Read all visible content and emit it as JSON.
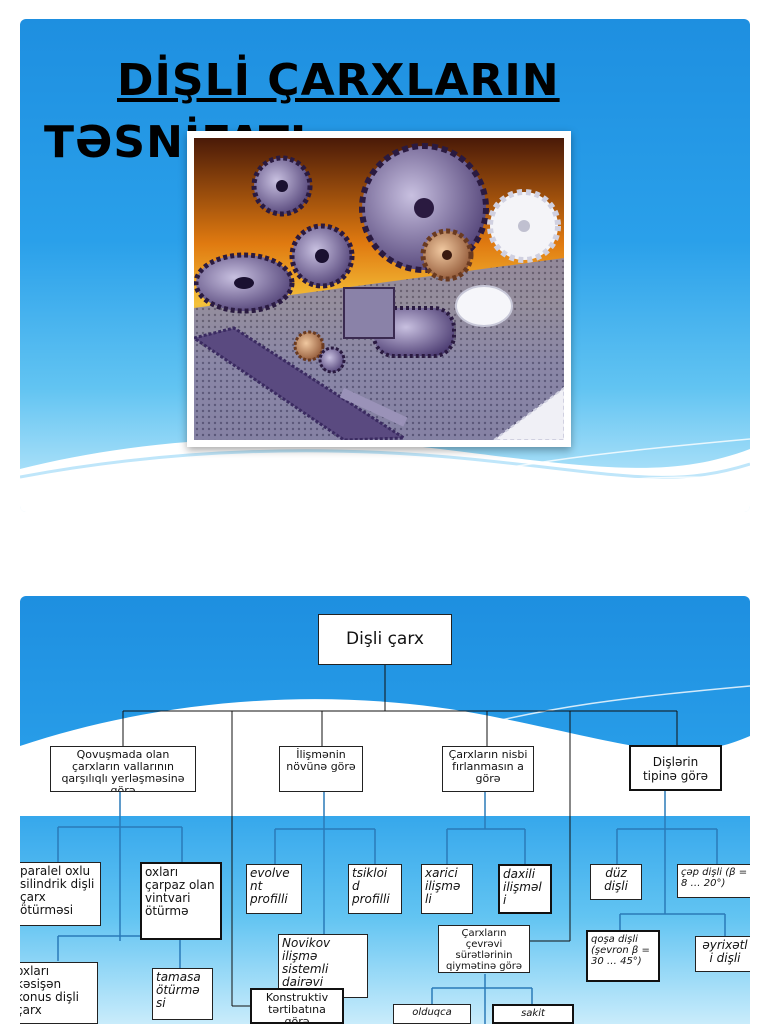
{
  "slide1": {
    "title_line1": "DİŞLİ ÇARXLARIN",
    "title_line2": "TƏSNİFATI"
  },
  "slide2": {
    "root": "Dişli çarx",
    "categories": [
      "Qovuşmada olan çarxların vallarının qarşılıqlı yerləşməsinə görə",
      "İlişmənin növünə görə",
      "Çarxların nisbi fırlanmasın a görə",
      "Dişlərin tipinə görə"
    ],
    "leaves": {
      "paralel": "paralel oxlu silindrik dişli çarx ötürməsi",
      "carpaz": "oxları çarpaz olan vintvari ötürmə",
      "kesisen": "oxları kəsişən konus dişli çarx",
      "tamasa": "tamasa ötürmə si",
      "evolvent": "evolve nt profilli",
      "tsikloid": "tsikloi d profilli",
      "novikov": "Novikov ilişmə sistemli dairəvi",
      "konstruktiv": "Konstruktiv tərtibatına görə",
      "xarici": "xarici ilişmə li",
      "daxili": "daxili ilişməl i",
      "surat": "Çarxların çevrəvi sürətlərinin qiymətinə görə",
      "olduqca": "olduqca",
      "sakit": "sakit",
      "duz": "düz dişli",
      "cep": "çəp dişli (β = 8 … 20°)",
      "qosa": "qoşa dişli (şevron β = 30 … 45°)",
      "ayrixetli": "əyrixətl i dişli"
    }
  }
}
